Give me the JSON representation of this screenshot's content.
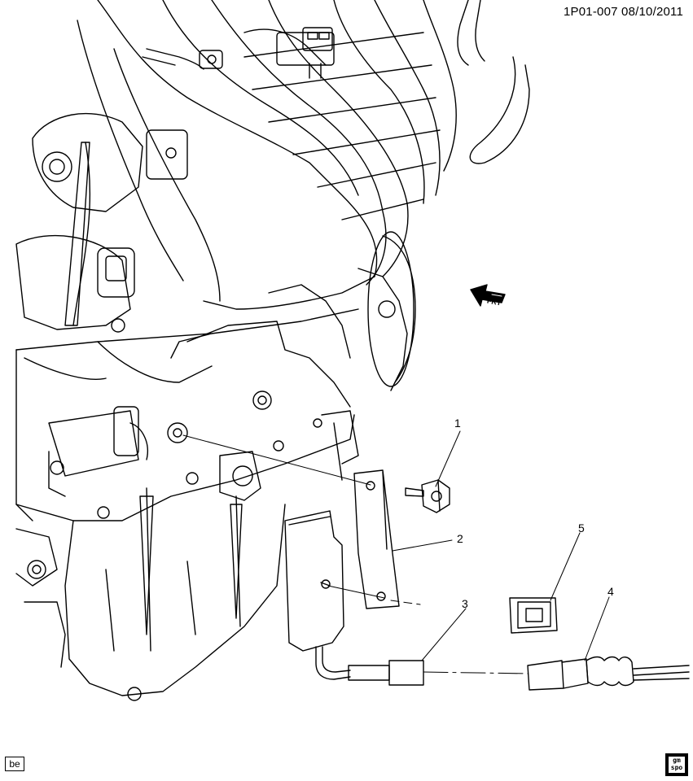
{
  "header": {
    "reference": "1P01-007  08/10/2011"
  },
  "callouts": [
    {
      "id": "1",
      "label": "1"
    },
    {
      "id": "2",
      "label": "2"
    },
    {
      "id": "3",
      "label": "3"
    },
    {
      "id": "4",
      "label": "4"
    },
    {
      "id": "5",
      "label": "5"
    }
  ],
  "direction_marker": {
    "label": "FRT",
    "icon": "front-arrow-icon"
  },
  "footer": {
    "badge": "be",
    "logo": "gm-spo-logo"
  },
  "colors": {
    "line": "#000000",
    "background": "#ffffff"
  }
}
